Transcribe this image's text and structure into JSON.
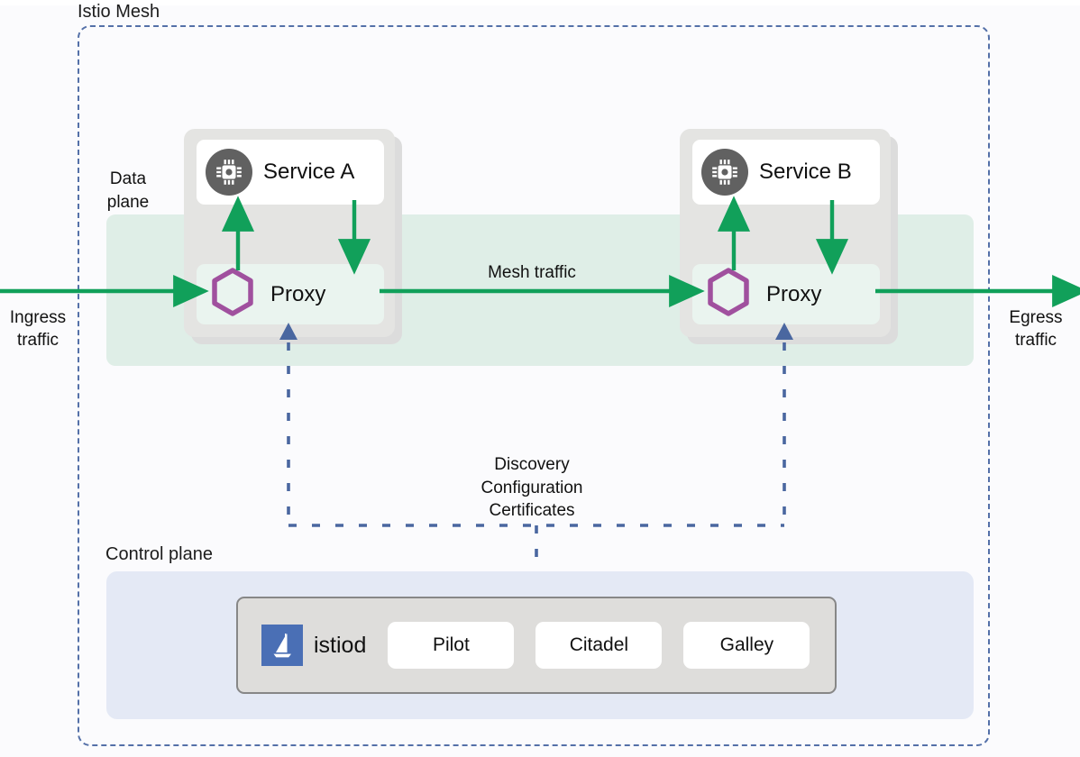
{
  "diagram": {
    "mesh_label": "Istio Mesh",
    "data_plane_label": "Data\nplane",
    "data_plane_label_line1": "Data",
    "data_plane_label_line2": "plane",
    "control_plane_label": "Control plane"
  },
  "traffic": {
    "ingress_line1": "Ingress",
    "ingress_line2": "traffic",
    "egress_line1": "Egress",
    "egress_line2": "traffic",
    "mesh_traffic": "Mesh traffic"
  },
  "control_signals": {
    "line1": "Discovery",
    "line2": "Configuration",
    "line3": "Certificates"
  },
  "workloads": [
    {
      "service_name": "Service A",
      "proxy_name": "Proxy",
      "service_icon": "chip-icon",
      "proxy_icon": "hexagon-envoy-icon"
    },
    {
      "service_name": "Service B",
      "proxy_name": "Proxy",
      "service_icon": "chip-icon",
      "proxy_icon": "hexagon-envoy-icon"
    }
  ],
  "control_plane": {
    "istiod_label": "istiod",
    "istiod_icon": "istio-sail-logo",
    "components": [
      {
        "label": "Pilot"
      },
      {
        "label": "Citadel"
      },
      {
        "label": "Galley"
      }
    ]
  },
  "colors": {
    "mesh_border": "#5470a8",
    "data_plane_bg": "#dfeee7",
    "control_plane_bg": "#e4e9f5",
    "traffic_green": "#11a05a",
    "control_dash_blue": "#4a67a0",
    "proxy_hexagon": "#a0509e",
    "service_icon_grey": "#616161",
    "istiod_blue": "#4a6fb5",
    "istiod_card_grey": "#dedddb",
    "workload_card_grey": "#e4e4e2"
  }
}
